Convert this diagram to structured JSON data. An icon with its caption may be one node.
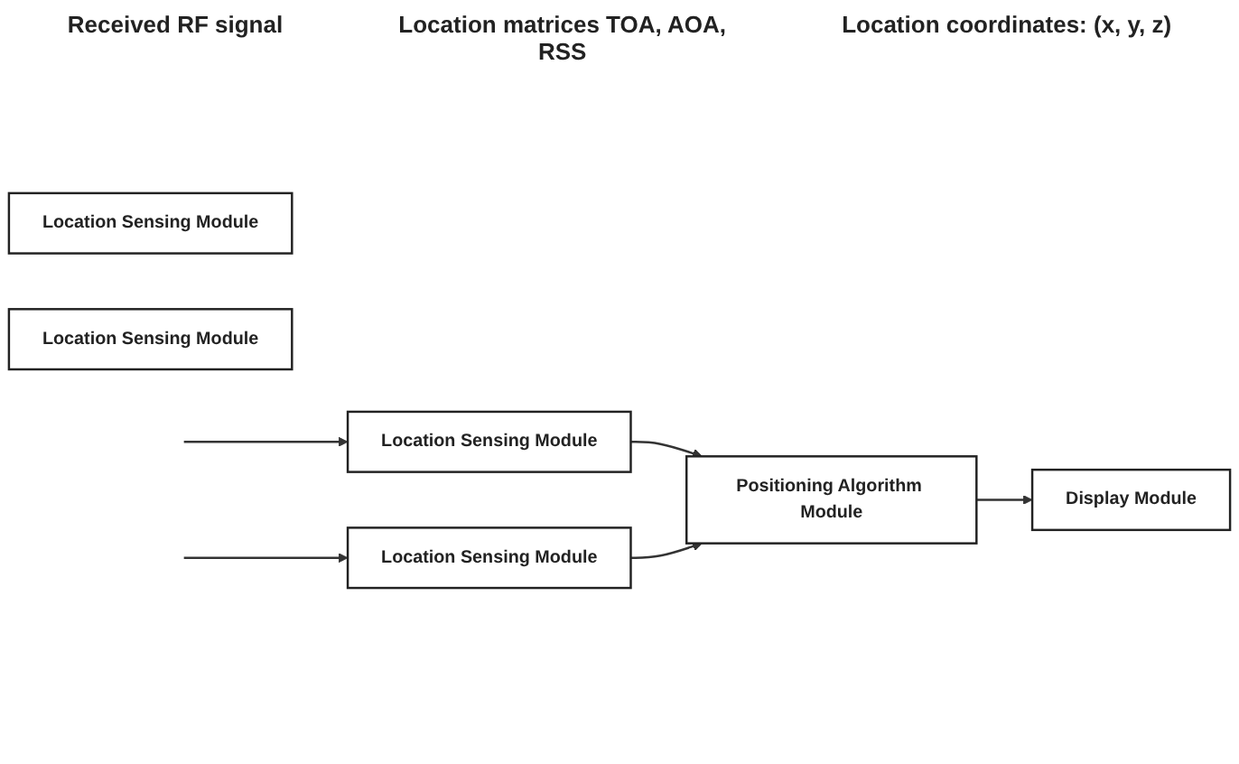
{
  "diagram": {
    "nodes": [
      {
        "text": [
          "Location Sensing Module"
        ]
      },
      {
        "text": [
          "Location Sensing Module"
        ]
      },
      {
        "text": [
          "Location Sensing Module"
        ]
      },
      {
        "text": [
          "Location Sensing Module"
        ]
      },
      {
        "text": [
          "Positioning Algorithm Module"
        ]
      },
      {
        "text": [
          "Display Module"
        ]
      }
    ],
    "edges": [
      {
        "from": null,
        "to": 0,
        "arrow": "to"
      },
      {
        "from": null,
        "to": 2,
        "arrow": "to"
      },
      {
        "from": 0,
        "to": 4,
        "arrow": "to"
      },
      {
        "from": 2,
        "to": 4,
        "arrow": "to"
      },
      {
        "from": 4,
        "to": 5,
        "arrow": "to"
      }
    ],
    "labels": [
      "Received RF signal",
      "Location matrices TOA, AOA, RSS",
      "Location coordinates: (x, y, z)"
    ]
  }
}
